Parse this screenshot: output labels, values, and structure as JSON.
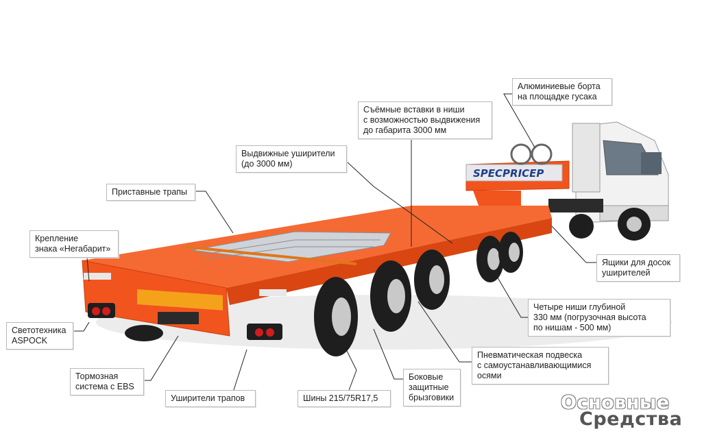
{
  "brand_on_trailer": "SPECPRICEP",
  "watermark": {
    "line1": "Основные",
    "line2": "Средства"
  },
  "callouts": {
    "aluminum_sides": [
      "Алюминиевые борта",
      "на площадке гусака"
    ],
    "removable_inserts": [
      "Съёмные вставки в ниши",
      "с возможностью выдвижения",
      "до габарита 3000 мм"
    ],
    "sliding_wideners": [
      "Выдвижные уширители",
      "(до 3000 мм)"
    ],
    "ramps": [
      "Приставные трапы"
    ],
    "sign_mount": [
      "Крепление",
      "знака «Негабарит»"
    ],
    "board_boxes": [
      "Ящики для досок",
      "уширителей"
    ],
    "four_wells": [
      "Четыре ниши глубиной",
      "330 мм (погрузочная высота",
      "по нишам - 500 мм)"
    ],
    "lighting": [
      "Светотехника",
      "ASPOCK"
    ],
    "air_suspension": [
      "Пневматическая подвеска",
      "с самоустанавливающимися",
      "осями"
    ],
    "brake_system": [
      "Тормозная",
      "система с EBS"
    ],
    "side_guards": [
      "Боковые",
      "защитные",
      "брызговики"
    ],
    "ramp_wideners": [
      "Уширители трапов"
    ],
    "tires": [
      "Шины 215/75R17,5"
    ]
  },
  "colors": {
    "trailer_orange": "#f2541e",
    "trailer_orange_dark": "#c8400f",
    "cab_white": "#f2f2f2",
    "tire_black": "#1e1e1e",
    "rim_silver": "#c9c9c9",
    "callout_border": "#b9b9b9",
    "leader_line": "#222222"
  }
}
